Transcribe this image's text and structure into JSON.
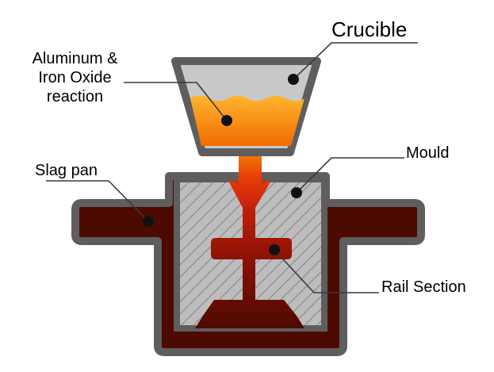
{
  "diagram": {
    "labels": {
      "crucible": "Crucible",
      "reaction": "Aluminum &\nIron Oxide\nreaction",
      "mould": "Mould",
      "slag_pan": "Slag pan",
      "rail_section": "Rail Section"
    },
    "colors": {
      "wall": "#5e5e5e",
      "crucible_inner": "#c8c8c8",
      "mould_fill": "#bdbdbd",
      "hatch": "#8a8a8a",
      "slag": "#4d0a00",
      "melt_light": "#ffb52e",
      "melt_dark": "#f26b00",
      "stream_hot": "#e82c00",
      "leader": "#3a3a3a",
      "marker": "#111111"
    }
  }
}
